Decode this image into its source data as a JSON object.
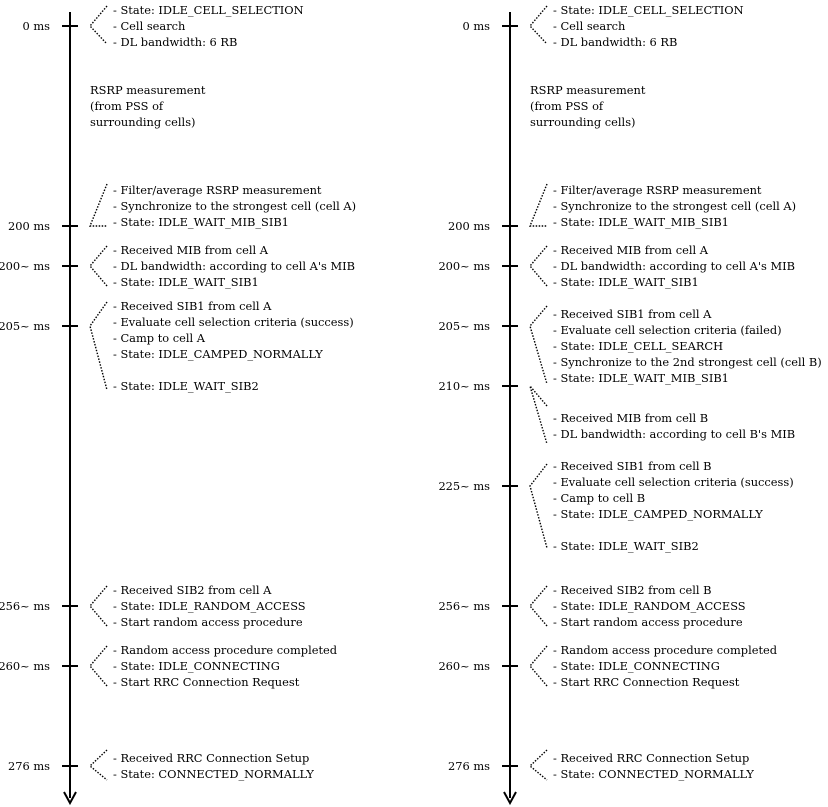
{
  "panels": [
    {
      "name": "left-timeline",
      "note": [
        "RSRP measurement",
        "(from PSS of",
        "surrounding cells)"
      ],
      "events": [
        {
          "time": "0 ms",
          "lines": [
            "- State: IDLE_CELL_SELECTION",
            "- Cell search",
            "- DL bandwidth: 6 RB"
          ]
        },
        {
          "time": "200 ms",
          "lines": [
            "- Filter/average RSRP measurement",
            "- Synchronize to the strongest cell (cell A)",
            "- State: IDLE_WAIT_MIB_SIB1"
          ]
        },
        {
          "time": "200~ ms",
          "lines": [
            "- Received MIB from cell A",
            "- DL bandwidth: according to cell A's MIB",
            "- State: IDLE_WAIT_SIB1"
          ]
        },
        {
          "time": "205~ ms",
          "lines": [
            "- Received SIB1 from cell A",
            "- Evaluate cell selection criteria (success)",
            "- Camp to cell A",
            "- State: IDLE_CAMPED_NORMALLY",
            "- State: IDLE_WAIT_SIB2"
          ]
        },
        {
          "time": "256~ ms",
          "lines": [
            "- Received SIB2 from cell A",
            "- State: IDLE_RANDOM_ACCESS",
            "- Start random access procedure"
          ]
        },
        {
          "time": "260~ ms",
          "lines": [
            "- Random access procedure completed",
            "- State: IDLE_CONNECTING",
            "- Start RRC Connection Request"
          ]
        },
        {
          "time": "276 ms",
          "lines": [
            "- Received RRC Connection Setup",
            "- State: CONNECTED_NORMALLY"
          ]
        }
      ]
    },
    {
      "name": "right-timeline",
      "note": [
        "RSRP measurement",
        "(from PSS of",
        "surrounding cells)"
      ],
      "events": [
        {
          "time": "0 ms",
          "lines": [
            "- State: IDLE_CELL_SELECTION",
            "- Cell search",
            "- DL bandwidth: 6 RB"
          ]
        },
        {
          "time": "200 ms",
          "lines": [
            "- Filter/average RSRP measurement",
            "- Synchronize to the strongest cell (cell A)",
            "- State: IDLE_WAIT_MIB_SIB1"
          ]
        },
        {
          "time": "200~ ms",
          "lines": [
            "- Received MIB from cell A",
            "- DL bandwidth: according to cell A's MIB",
            "- State: IDLE_WAIT_SIB1"
          ]
        },
        {
          "time": "205~ ms",
          "lines": [
            "- Received SIB1 from cell A",
            "- Evaluate cell selection criteria (failed)",
            "- State: IDLE_CELL_SEARCH",
            "- Synchronize to the 2nd strongest cell (cell B)",
            "- State: IDLE_WAIT_MIB_SIB1"
          ]
        },
        {
          "time": "210~ ms",
          "lines": [
            "- Received MIB from cell B",
            "- DL bandwidth: according to cell B's MIB"
          ]
        },
        {
          "time": "225~ ms",
          "lines": [
            "- Received SIB1 from cell B",
            "- Evaluate cell selection criteria (success)",
            "- Camp to cell B",
            "- State: IDLE_CAMPED_NORMALLY",
            "- State: IDLE_WAIT_SIB2"
          ]
        },
        {
          "time": "256~ ms",
          "lines": [
            "- Received SIB2 from cell B",
            "- State: IDLE_RANDOM_ACCESS",
            "- Start random access procedure"
          ]
        },
        {
          "time": "260~ ms",
          "lines": [
            "- Random access procedure completed",
            "- State: IDLE_CONNECTING",
            "- Start RRC Connection Request"
          ]
        },
        {
          "time": "276 ms",
          "lines": [
            "- Received RRC Connection Setup",
            "- State: CONNECTED_NORMALLY"
          ]
        }
      ]
    }
  ]
}
